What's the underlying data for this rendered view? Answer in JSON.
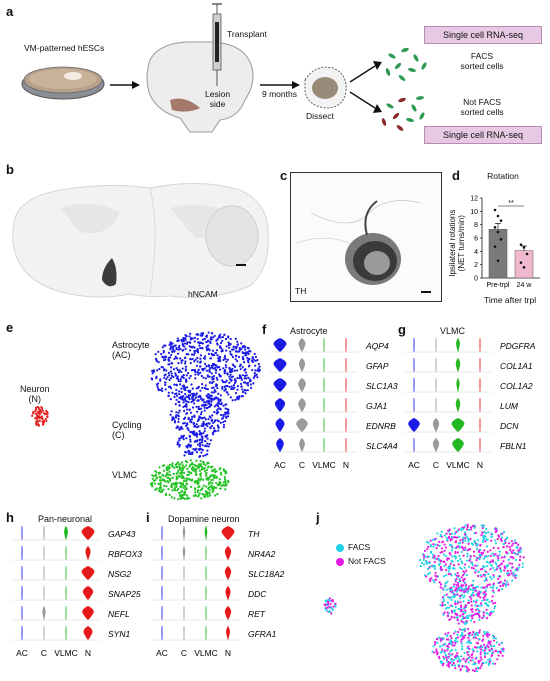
{
  "panel_a": {
    "label": "a",
    "dish_label": "VM-patterned hESCs",
    "transplant": "Transplant",
    "lesion": "Lesion\nside",
    "duration": "9 months",
    "dissect": "Dissect",
    "facs_text": "FACS\nsorted cells",
    "notfacs_text": "Not FACS\nsorted cells",
    "rnaseq_top": "Single cell RNA-seq",
    "rnaseq_bottom": "Single cell RNA-seq"
  },
  "panel_b": {
    "label": "b",
    "stain": "hNCAM"
  },
  "panel_c": {
    "label": "c",
    "stain": "TH"
  },
  "panel_d": {
    "label": "d",
    "chart_data": {
      "type": "bar",
      "title": "Rotation",
      "ylabel": "Ipsilateral rotations\n(NET turns/min)",
      "xlabel": "Time after trpl",
      "categories": [
        "Pre-trpl",
        "24 w"
      ],
      "values": [
        7.3,
        4.1
      ],
      "errors": [
        0.9,
        0.7
      ],
      "ylim": [
        0,
        12
      ],
      "yticks": [
        "0",
        "2",
        "4",
        "6",
        "8",
        "10",
        "12"
      ],
      "colors": [
        "#7a7a7a",
        "#f2b8cf"
      ],
      "points": [
        [
          10.2,
          9.3,
          8.6,
          7.6,
          6.9,
          5.8,
          4.7,
          2.6
        ],
        [
          5.0,
          4.6,
          3.6,
          2.3,
          1.6
        ]
      ],
      "significance": "**"
    }
  },
  "panel_e": {
    "label": "e",
    "astrocyte": "Astrocyte\n(AC)",
    "neuron": "Neuron\n(N)",
    "cycling": "Cycling\n(C)",
    "vlmc": "VLMC",
    "colors": {
      "astrocyte": "#1a1ae6",
      "vlmc": "#22c322",
      "neuron": "#e61a1a"
    }
  },
  "violin_colors": [
    "#1a1ae6",
    "#9a9a9a",
    "#22b822",
    "#e61a1a"
  ],
  "panel_f": {
    "label": "f",
    "title": "Astrocyte",
    "genes": [
      "AQP4",
      "GFAP",
      "SLC1A3",
      "GJA1",
      "EDNRB",
      "SLC4A4"
    ],
    "xcats": [
      "AC",
      "C",
      "VLMC",
      "N"
    ],
    "widths": [
      [
        1.0,
        0.55,
        0.05,
        0.05
      ],
      [
        1.0,
        0.5,
        0.05,
        0.05
      ],
      [
        1.0,
        0.6,
        0.05,
        0.05
      ],
      [
        0.8,
        0.6,
        0.05,
        0.05
      ],
      [
        0.7,
        0.9,
        0.05,
        0.05
      ],
      [
        0.6,
        0.45,
        0.05,
        0.05
      ]
    ]
  },
  "panel_g": {
    "label": "g",
    "title": "VLMC",
    "genes": [
      "PDGFRA",
      "COL1A1",
      "COL1A2",
      "LUM",
      "DCN",
      "FBLN1"
    ],
    "xcats": [
      "AC",
      "C",
      "VLMC",
      "N"
    ],
    "widths": [
      [
        0.05,
        0.05,
        0.3,
        0.05
      ],
      [
        0.05,
        0.05,
        0.35,
        0.05
      ],
      [
        0.05,
        0.05,
        0.25,
        0.05
      ],
      [
        0.05,
        0.05,
        0.35,
        0.05
      ],
      [
        0.9,
        0.5,
        1.0,
        0.05
      ],
      [
        0.05,
        0.5,
        0.9,
        0.05
      ]
    ]
  },
  "panel_h": {
    "label": "h",
    "title": "Pan-neuronal",
    "genes": [
      "GAP43",
      "RBFOX3",
      "NSG2",
      "SNAP25",
      "NEFL",
      "SYN1"
    ],
    "xcats": [
      "AC",
      "C",
      "VLMC",
      "N"
    ],
    "widths": [
      [
        0.05,
        0.1,
        0.3,
        1.0
      ],
      [
        0.05,
        0.05,
        0.05,
        0.4
      ],
      [
        0.05,
        0.05,
        0.05,
        1.0
      ],
      [
        0.05,
        0.05,
        0.05,
        0.8
      ],
      [
        0.05,
        0.25,
        0.05,
        0.9
      ],
      [
        0.05,
        0.05,
        0.05,
        0.7
      ]
    ]
  },
  "panel_i": {
    "label": "i",
    "title": "Dopamine neuron",
    "genes": [
      "TH",
      "NR4A2",
      "SLC18A2",
      "DDC",
      "RET",
      "GFRA1"
    ],
    "xcats": [
      "AC",
      "C",
      "VLMC",
      "N"
    ],
    "widths": [
      [
        0.05,
        0.2,
        0.2,
        1.0
      ],
      [
        0.05,
        0.2,
        0.05,
        0.5
      ],
      [
        0.05,
        0.05,
        0.05,
        0.5
      ],
      [
        0.05,
        0.05,
        0.05,
        0.4
      ],
      [
        0.05,
        0.05,
        0.05,
        0.5
      ],
      [
        0.05,
        0.05,
        0.05,
        0.3
      ]
    ]
  },
  "panel_j": {
    "label": "j",
    "legend": [
      "FACS",
      "Not FACS"
    ],
    "colors": [
      "#22d3e6",
      "#e61ae6"
    ]
  }
}
